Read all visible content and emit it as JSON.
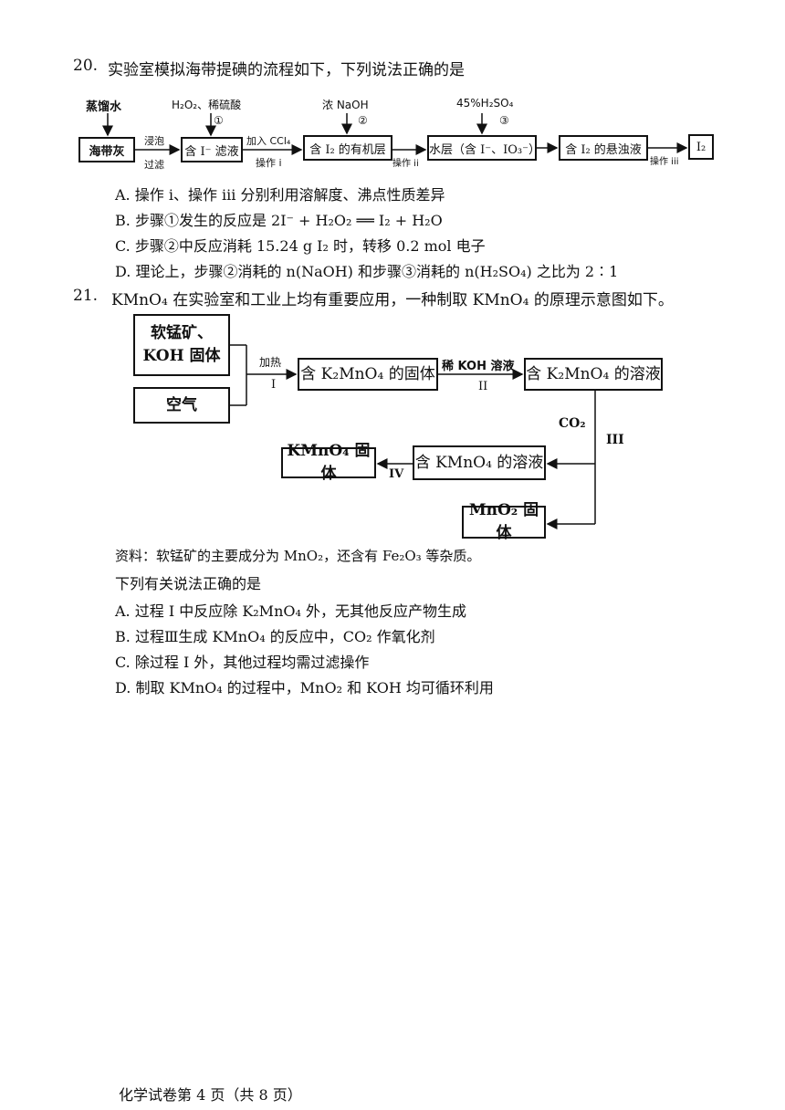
{
  "q20": {
    "number": "20.",
    "stem": "实验室模拟海带提碘的流程如下，下列说法正确的是",
    "flow": {
      "top_water": "蒸馏水",
      "top_reagent1": "H₂O₂、稀硫酸",
      "step1": "①",
      "top_reagent2": "浓 NaOH",
      "step2": "②",
      "top_reagent3": "45%H₂SO₄",
      "step3": "③",
      "box_ash": "海带灰",
      "arrow1_top": "浸泡",
      "arrow1_bottom": "过滤",
      "box_filtrate": "含 I⁻ 滤液",
      "arrow2_top": "加入 CCl₄",
      "arrow2_bottom": "操作 i",
      "box_organic": "含 I₂ 的有机层",
      "arrow3_bottom": "操作 ii",
      "box_water": "水层（含 I⁻、IO₃⁻）",
      "box_suspension": "含 I₂ 的悬浊液",
      "arrow5_bottom": "操作 iii",
      "box_i2": "I₂"
    },
    "options": [
      {
        "label": "A.",
        "text": "操作 i、操作 iii 分别利用溶解度、沸点性质差异"
      },
      {
        "label": "B.",
        "text": "步骤①发生的反应是 2I⁻ + H₂O₂ ══ I₂ + H₂O"
      },
      {
        "label": "C.",
        "text": "步骤②中反应消耗 15.24 g I₂ 时，转移 0.2 mol 电子"
      },
      {
        "label": "D.",
        "text": "理论上，步骤②消耗的 n(NaOH) 和步骤③消耗的 n(H₂SO₄) 之比为 2∶1"
      }
    ]
  },
  "q21": {
    "number": "21.",
    "stem": "KMnO₄ 在实验室和工业上均有重要应用，一种制取 KMnO₄ 的原理示意图如下。",
    "flow": {
      "box_ore": "软锰矿、\nKOH 固体",
      "box_air": "空气",
      "arrow1_top": "加热",
      "arrow1_bottom": "I",
      "box_solid": "含 K₂MnO₄ 的固体",
      "arrow2_top": "稀 KOH 溶液",
      "arrow2_bottom": "II",
      "box_solution": "含 K₂MnO₄ 的溶液",
      "co2": "CO₂",
      "step3": "III",
      "box_kmno4_sol": "含 KMnO₄ 的溶液",
      "step4": "IV",
      "box_kmno4_solid": "KMnO₄ 固体",
      "box_mno2": "MnO₂ 固体"
    },
    "note": "资料：软锰矿的主要成分为 MnO₂，还含有 Fe₂O₃ 等杂质。",
    "prompt": "下列有关说法正确的是",
    "options": [
      {
        "label": "A.",
        "text": "过程 I 中反应除 K₂MnO₄ 外，无其他反应产物生成"
      },
      {
        "label": "B.",
        "text": "过程Ⅲ生成 KMnO₄ 的反应中，CO₂ 作氧化剂"
      },
      {
        "label": "C.",
        "text": "除过程 I 外，其他过程均需过滤操作"
      },
      {
        "label": "D.",
        "text": "制取 KMnO₄ 的过程中，MnO₂ 和 KOH 均可循环利用"
      }
    ]
  },
  "footer": "化学试卷第 4 页（共 8 页）"
}
